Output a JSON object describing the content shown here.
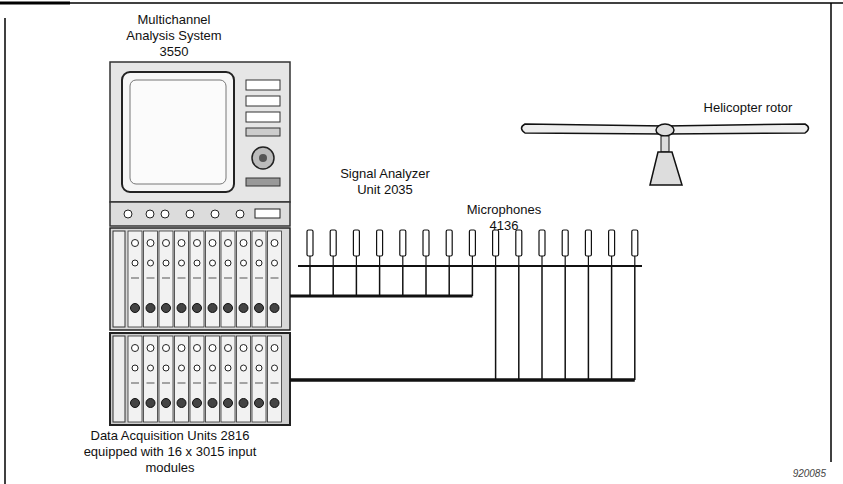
{
  "diagram": {
    "labels": [
      "Multichannel Analysis System 3550",
      "Signal Analyzer Unit 2035",
      "Microphones 4136",
      "Helicopter rotor",
      "Data Acquisition Units 2816 equipped with 16 x 3015 input modules",
      "920085"
    ]
  }
}
